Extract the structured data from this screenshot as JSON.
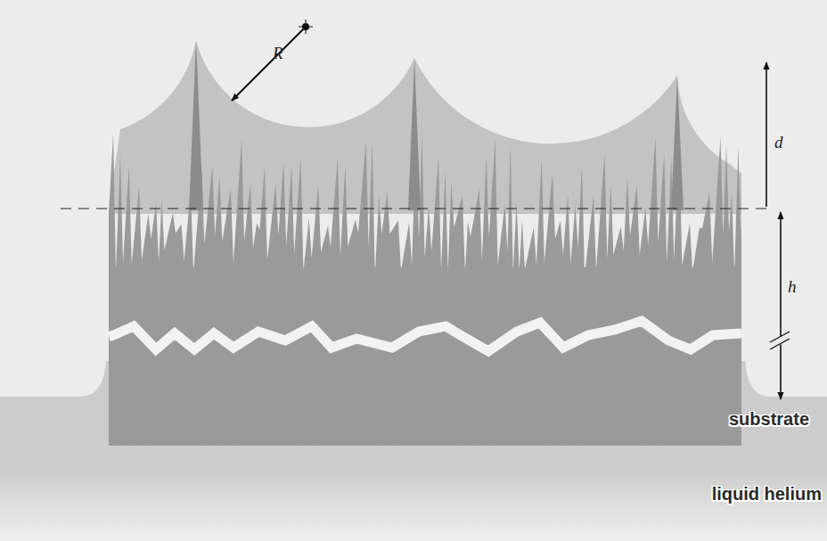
{
  "diagram": {
    "labels": [
      "R",
      "d",
      "h",
      "substrate",
      "liquid helium"
    ]
  }
}
